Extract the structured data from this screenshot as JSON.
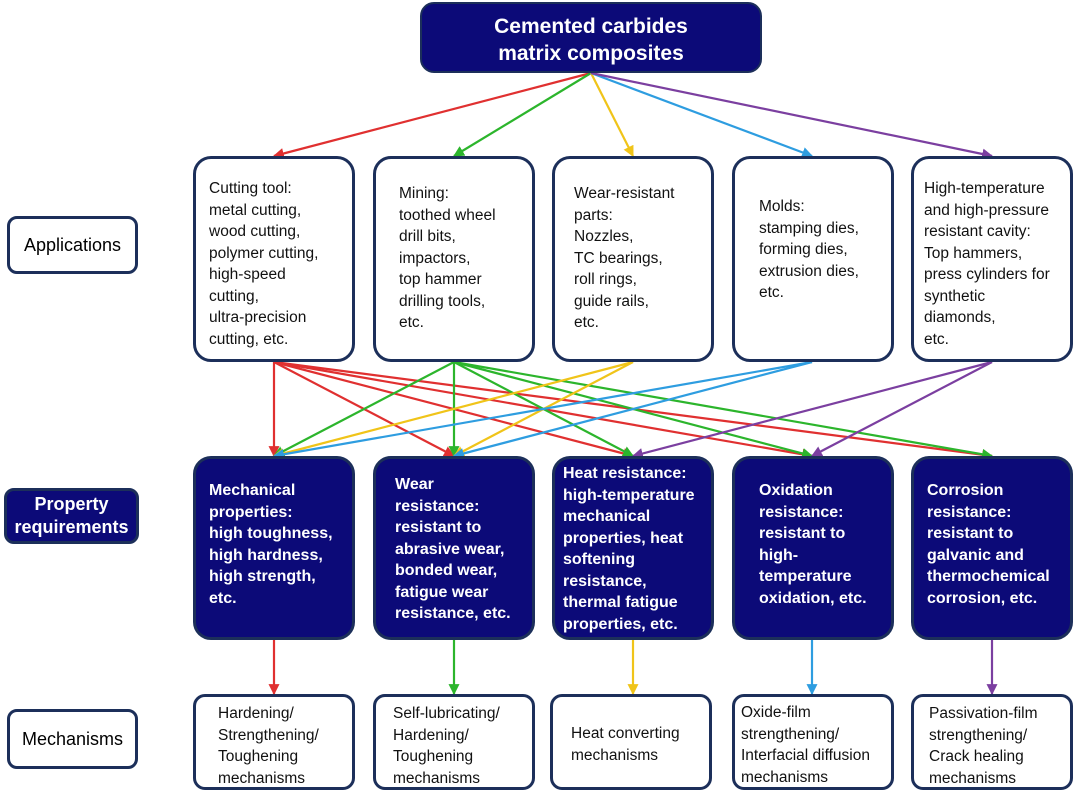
{
  "title": "Cemented carbides\nmatrix composites",
  "row_labels": {
    "applications": "Applications",
    "property": "Property\nrequirements",
    "mechanisms": "Mechanisms"
  },
  "applications": [
    "Cutting tool:\nmetal cutting,\nwood cutting,\npolymer cutting,\nhigh-speed\ncutting,\nultra-precision\ncutting, etc.",
    "Mining:\ntoothed wheel\ndrill bits,\nimpactors,\ntop hammer\ndrilling tools,\netc.",
    "Wear-resistant\nparts:\nNozzles,\nTC bearings,\nroll rings,\nguide rails,\netc.",
    "Molds:\nstamping dies,\nforming dies,\nextrusion dies,\netc.",
    "High-temperature\nand high-pressure\nresistant cavity:\nTop hammers,\npress cylinders for\nsynthetic\ndiamonds,\netc."
  ],
  "properties": [
    "Mechanical\nproperties:\nhigh toughness,\nhigh hardness,\nhigh strength,\netc.",
    "Wear\nresistance:\nresistant to\nabrasive wear,\nbonded wear,\nfatigue wear\nresistance, etc.",
    "Heat resistance:\nhigh-temperature\nmechanical\nproperties, heat\nsoftening\nresistance,\nthermal fatigue\nproperties, etc.",
    "Oxidation\nresistance:\nresistant to\nhigh-\ntemperature\noxidation, etc.",
    "Corrosion\nresistance:\nresistant to\ngalvanic and\nthermochemical\ncorrosion, etc."
  ],
  "mechanisms": [
    "Hardening/\nStrengthening/\nToughening\nmechanisms",
    "Self-lubricating/\nHardening/\nToughening\nmechanisms",
    "Heat converting\nmechanisms",
    "Oxide-film\nstrengthening/\nInterfacial diffusion\nmechanisms",
    "Passivation-film\nstrengthening/\nCrack healing\nmechanisms"
  ],
  "colors": {
    "navy": "#0c0a78",
    "border": "#1c2f5a",
    "red": "#e03030",
    "green": "#2cb52c",
    "yellow": "#f0c419",
    "blue": "#2e9de0",
    "purple": "#7b3fa0"
  },
  "links": {
    "title_to_applications": [
      [
        0,
        "red"
      ],
      [
        1,
        "green"
      ],
      [
        2,
        "yellow"
      ],
      [
        3,
        "blue"
      ],
      [
        4,
        "purple"
      ]
    ],
    "applications_to_properties": [
      [
        0,
        0,
        "red"
      ],
      [
        0,
        1,
        "red"
      ],
      [
        0,
        2,
        "red"
      ],
      [
        0,
        3,
        "red"
      ],
      [
        0,
        4,
        "red"
      ],
      [
        1,
        0,
        "green"
      ],
      [
        1,
        1,
        "green"
      ],
      [
        1,
        2,
        "green"
      ],
      [
        1,
        3,
        "green"
      ],
      [
        1,
        4,
        "green"
      ],
      [
        2,
        0,
        "yellow"
      ],
      [
        2,
        1,
        "yellow"
      ],
      [
        3,
        0,
        "blue"
      ],
      [
        3,
        1,
        "blue"
      ],
      [
        4,
        2,
        "purple"
      ],
      [
        4,
        3,
        "purple"
      ]
    ],
    "properties_to_mechanisms": [
      [
        0,
        "red"
      ],
      [
        1,
        "green"
      ],
      [
        2,
        "yellow"
      ],
      [
        3,
        "blue"
      ],
      [
        4,
        "purple"
      ]
    ]
  }
}
